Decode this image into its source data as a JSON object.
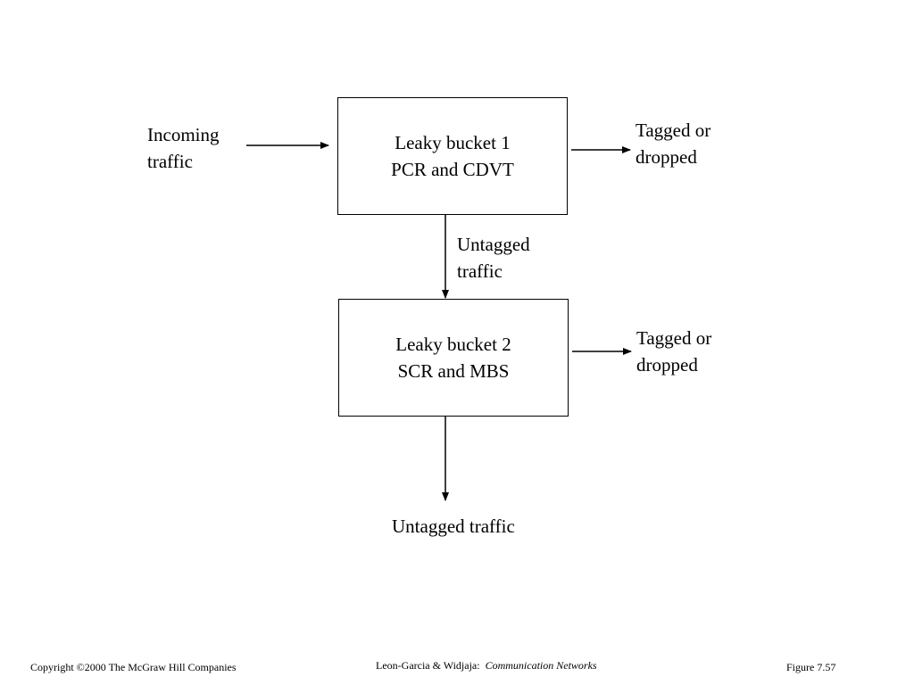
{
  "diagram": {
    "incoming": {
      "line1": "Incoming",
      "line2": "traffic"
    },
    "bucket1": {
      "line1": "Leaky bucket 1",
      "line2": "PCR and CDVT"
    },
    "tagged1": {
      "line1": "Tagged or",
      "line2": "dropped"
    },
    "untagged_mid": {
      "line1": "Untagged",
      "line2": "traffic"
    },
    "bucket2": {
      "line1": "Leaky bucket 2",
      "line2": "SCR and MBS"
    },
    "tagged2": {
      "line1": "Tagged or",
      "line2": "dropped"
    },
    "untagged_out": "Untagged traffic"
  },
  "footer": {
    "copyright": "Copyright ©2000 The McGraw Hill Companies",
    "authors": "Leon-Garcia & Widjaja:",
    "book": "Communication Networks",
    "figure": "Figure 7.57"
  }
}
